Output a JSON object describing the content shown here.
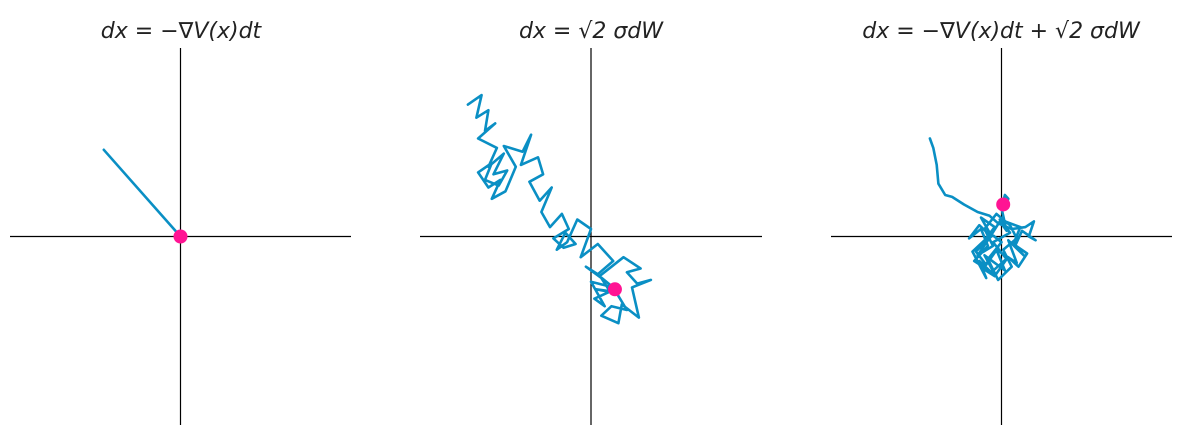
{
  "chart_data": [
    {
      "type": "line",
      "title": "dx = −∇V(x)dt",
      "grid": false,
      "xlim": [
        -1,
        1
      ],
      "ylim": [
        -1,
        1
      ],
      "colors": {
        "path": "#0a8fc4",
        "endpoint": "#ff1493"
      },
      "series": [
        {
          "x": [
            -0.45,
            0.0
          ],
          "y": [
            0.46,
            0.0
          ]
        }
      ],
      "endpoint": {
        "x": 0.0,
        "y": 0.0
      }
    },
    {
      "type": "line",
      "title": "dx = √2 σdW",
      "grid": false,
      "xlim": [
        -1,
        1
      ],
      "ylim": [
        -1,
        1
      ],
      "colors": {
        "path": "#0a8fc4",
        "endpoint": "#ff1493"
      },
      "series": [
        {
          "x": [
            -0.72,
            -0.64,
            -0.67,
            -0.6,
            -0.62,
            -0.56,
            -0.66,
            -0.55,
            -0.6,
            -0.51,
            -0.57,
            -0.49,
            -0.54,
            -0.62,
            -0.58,
            -0.66,
            -0.6,
            -0.53,
            -0.58,
            -0.5,
            -0.44,
            -0.51,
            -0.4,
            -0.35,
            -0.41,
            -0.31,
            -0.28,
            -0.36,
            -0.3,
            -0.23,
            -0.29,
            -0.24,
            -0.17,
            -0.13,
            -0.22,
            -0.16,
            -0.09,
            -0.15,
            -0.2,
            -0.14,
            -0.08,
            0.0,
            -0.06,
            0.04,
            0.13,
            0.04,
            -0.03,
            0.06,
            0.11,
            0.03,
            0.15,
            0.21,
            0.12,
            0.06,
            0.16,
            0.18,
            0.28,
            0.24,
            0.35,
            0.27,
            0.21,
            0.29,
            0.19,
            0.12,
            0.05,
            0.13,
            0.0,
            0.08,
            0.02,
            0.14
          ],
          "y": [
            0.7,
            0.75,
            0.63,
            0.67,
            0.56,
            0.6,
            0.52,
            0.47,
            0.37,
            0.44,
            0.33,
            0.35,
            0.27,
            0.3,
            0.39,
            0.34,
            0.26,
            0.3,
            0.2,
            0.24,
            0.37,
            0.48,
            0.45,
            0.54,
            0.38,
            0.42,
            0.33,
            0.29,
            0.19,
            0.26,
            0.13,
            0.05,
            0.12,
            0.04,
            -0.01,
            -0.06,
            -0.04,
            0.02,
            -0.07,
            -0.03,
            0.09,
            0.04,
            -0.11,
            -0.04,
            -0.13,
            -0.2,
            -0.16,
            -0.22,
            -0.29,
            -0.28,
            -0.3,
            -0.39,
            -0.37,
            -0.42,
            -0.46,
            -0.36,
            -0.43,
            -0.27,
            -0.23,
            -0.25,
            -0.19,
            -0.17,
            -0.11,
            -0.16,
            -0.21,
            -0.27,
            -0.24,
            -0.37,
            -0.33,
            -0.28
          ]
        }
      ],
      "endpoint": {
        "x": 0.14,
        "y": -0.28
      }
    },
    {
      "type": "line",
      "title": "dx = −∇V(x)dt + √2 σdW",
      "grid": false,
      "xlim": [
        -1,
        1
      ],
      "ylim": [
        -1,
        1
      ],
      "colors": {
        "path": "#0a8fc4",
        "endpoint": "#ff1493"
      },
      "series": [
        {
          "x": [
            -0.42,
            -0.4,
            -0.38,
            -0.37,
            -0.33,
            -0.29,
            -0.22,
            -0.14,
            -0.07,
            -0.02,
            0.06,
            0.14,
            0.19,
            0.16,
            0.2,
            0.12,
            0.08,
            0.13,
            0.04,
            0.09,
            -0.03,
            0.02,
            -0.1,
            -0.04,
            -0.16,
            -0.08,
            -0.12,
            -0.19,
            -0.13,
            -0.06,
            -0.15,
            -0.09,
            -0.02,
            -0.11,
            -0.04,
            0.03,
            -0.05,
            0.05,
            -0.01,
            0.11,
            0.07,
            0.15,
            0.1,
            0.04,
            -0.06,
            -0.13,
            -0.09,
            -0.17,
            -0.1,
            -0.04,
            -0.12,
            -0.07,
            0.0,
            -0.08,
            -0.02,
            0.06,
            0.01,
            0.09,
            0.05,
            -0.03,
            -0.1,
            -0.05,
            -0.14,
            -0.08,
            -0.01,
            0.03,
            0.0,
            0.02,
            0.04,
            0.03
          ],
          "y": [
            0.52,
            0.47,
            0.38,
            0.28,
            0.22,
            0.21,
            0.17,
            0.13,
            0.11,
            0.07,
            0.04,
            0.05,
            0.08,
            0.0,
            -0.02,
            0.03,
            -0.05,
            -0.1,
            -0.02,
            -0.14,
            -0.07,
            -0.18,
            -0.1,
            -0.2,
            -0.13,
            -0.05,
            0.04,
            -0.01,
            0.06,
            0.0,
            -0.08,
            -0.15,
            -0.06,
            -0.17,
            -0.21,
            -0.12,
            -0.03,
            0.02,
            0.09,
            0.05,
            -0.04,
            -0.09,
            -0.16,
            -0.11,
            -0.19,
            -0.13,
            -0.22,
            -0.08,
            -0.02,
            0.05,
            0.1,
            0.02,
            -0.03,
            -0.12,
            -0.23,
            -0.16,
            -0.07,
            -0.01,
            0.06,
            0.12,
            0.04,
            -0.05,
            -0.1,
            -0.02,
            0.08,
            0.03,
            0.15,
            0.22,
            0.2,
            0.17
          ]
        }
      ],
      "endpoint": {
        "x": 0.01,
        "y": 0.17
      }
    }
  ]
}
